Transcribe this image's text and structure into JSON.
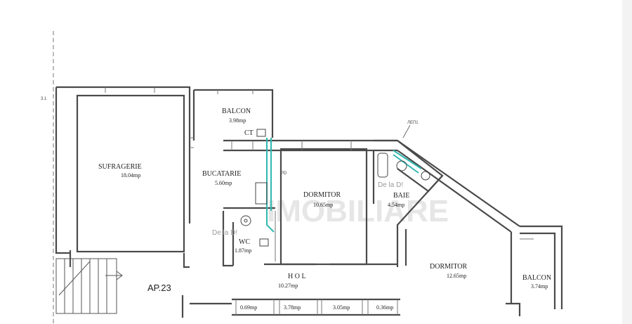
{
  "plan": {
    "apartment_label": "AP.23",
    "rooms": {
      "sufragerie": {
        "name": "SUFRAGERIE",
        "area": "18.04mp"
      },
      "balcon_top": {
        "name": "BALCON",
        "area": "3.98mp"
      },
      "bucatarie": {
        "name": "BUCATARIE",
        "area": "5.60mp"
      },
      "dormitor1": {
        "name": "DORMITOR",
        "area": "10.65mp"
      },
      "baie": {
        "name": "BAIE",
        "area": "4.54mp"
      },
      "wc": {
        "name": "WC",
        "area": "1.87mp"
      },
      "hol": {
        "name": "H O L",
        "area": "10.27mp"
      },
      "dormitor2": {
        "name": "DORMITOR",
        "area": "12.65mp"
      },
      "balcon_right": {
        "name": "BALCON",
        "area": "3.74mp"
      }
    },
    "labels": {
      "ct": "CT",
      "pd": "PD",
      "level": "3.1",
      "note": "ЛЕП1",
      "stamp1": "De la D!",
      "stamp2": "De la D!"
    },
    "bottom_areas": [
      "0.69mp",
      "3.78mp",
      "3.05mp",
      "0.36mp"
    ]
  }
}
